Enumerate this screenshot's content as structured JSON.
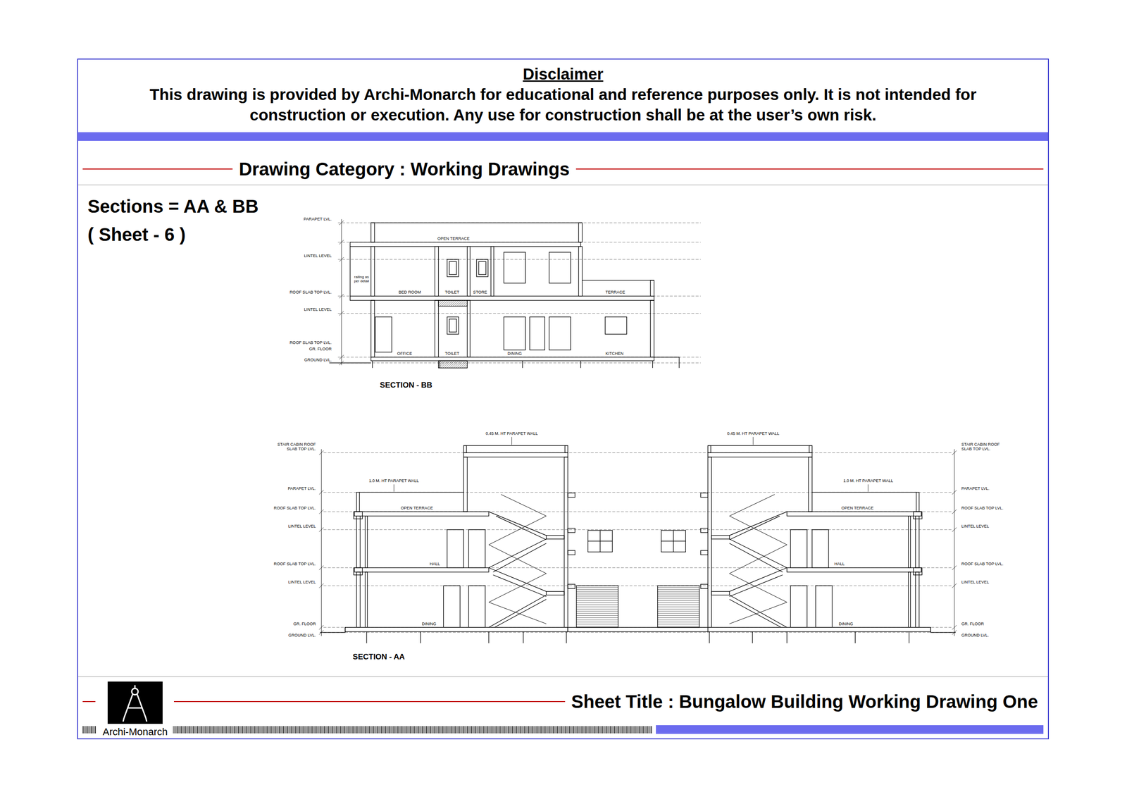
{
  "diagram": {
    "title": "Drawing Category : Working Drawings",
    "caption": "Sheet Title : Bungalow Building Working Drawing One",
    "nodes": [
      {
        "text": [
          "Disclaimer",
          "This drawing is provided by Archi-Monarch for educational and reference purposes only. It is not intended for construction or execution. Any use for construction shall be at the user’s own risk."
        ]
      },
      {
        "text": [
          "Archi-Monarch"
        ]
      }
    ],
    "labels": [
      "Sections = AA & BB",
      "( Sheet - 6 )",
      "PARAPET LVL.",
      "LINTEL LEVEL",
      "ROOF SLAB TOP LVL.",
      "LINTEL LEVEL",
      "ROOF SLAB TOP LVL.",
      "GR. FLOOR",
      "GROUND LVL.",
      "railing as per detail",
      "OPEN TERRACE",
      "BED ROOM",
      "TOILET",
      "STORE",
      "TERRACE",
      "OFFICE",
      "TOILET",
      "DINING",
      "KITCHEN",
      "SECTION - BB",
      "STAIR CABIN ROOF SLAB TOP LVL.",
      "PARAPET LVL.",
      "ROOF SLAB TOP LVL.",
      "LINTEL LEVEL",
      "ROOF SLAB TOP LVL.",
      "LINTEL LEVEL",
      "GR. FLOOR",
      "GROUND LVL.",
      "STAIR CABIN ROOF SLAB TOP LVL.",
      "PARAPET LVL.",
      "ROOF SLAB TOP LVL.",
      "LINTEL LEVEL",
      "ROOF SLAB TOP LVL.",
      "LINTEL LEVEL",
      "GR. FLOOR",
      "GROUND LVL.",
      "0.45 M. HT PARAPET WALL",
      "0.45 M. HT PARAPET WALL",
      "1.0 M. HT PARAPET WALL",
      "1.0 M. HT PARAPET WALL",
      "OPEN TERRACE",
      "OPEN TERRACE",
      "HALL",
      "HALL",
      "DINING",
      "DINING",
      "SECTION - AA"
    ]
  }
}
